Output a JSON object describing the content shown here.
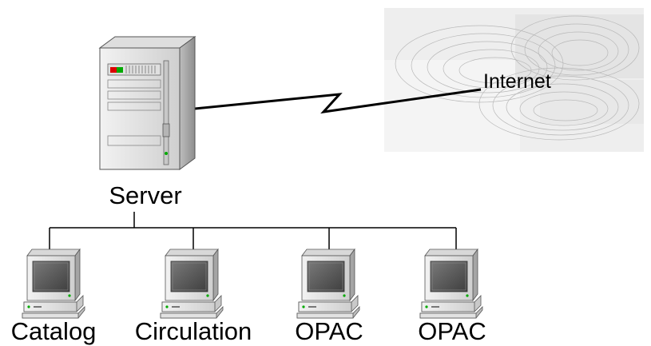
{
  "diagram": {
    "internet": {
      "label": "Internet",
      "icon": "cloud-icon"
    },
    "server": {
      "label": "Server",
      "icon": "server-tower-icon"
    },
    "link": {
      "icon": "lightning-link-icon"
    },
    "workstations": [
      {
        "label": "Catalog",
        "icon": "computer-icon"
      },
      {
        "label": "Circulation",
        "icon": "computer-icon"
      },
      {
        "label": "OPAC",
        "icon": "computer-icon"
      },
      {
        "label": "OPAC",
        "icon": "computer-icon"
      }
    ],
    "colors": {
      "line": "#000000",
      "cloud_fill": "#ececec",
      "case_light": "#e6e6e6",
      "case_mid": "#cfcfcf",
      "case_dark": "#9a9a9a",
      "screen": "#5f5f5f",
      "led_green": "#00aa00",
      "led_red": "#dd0000"
    }
  }
}
